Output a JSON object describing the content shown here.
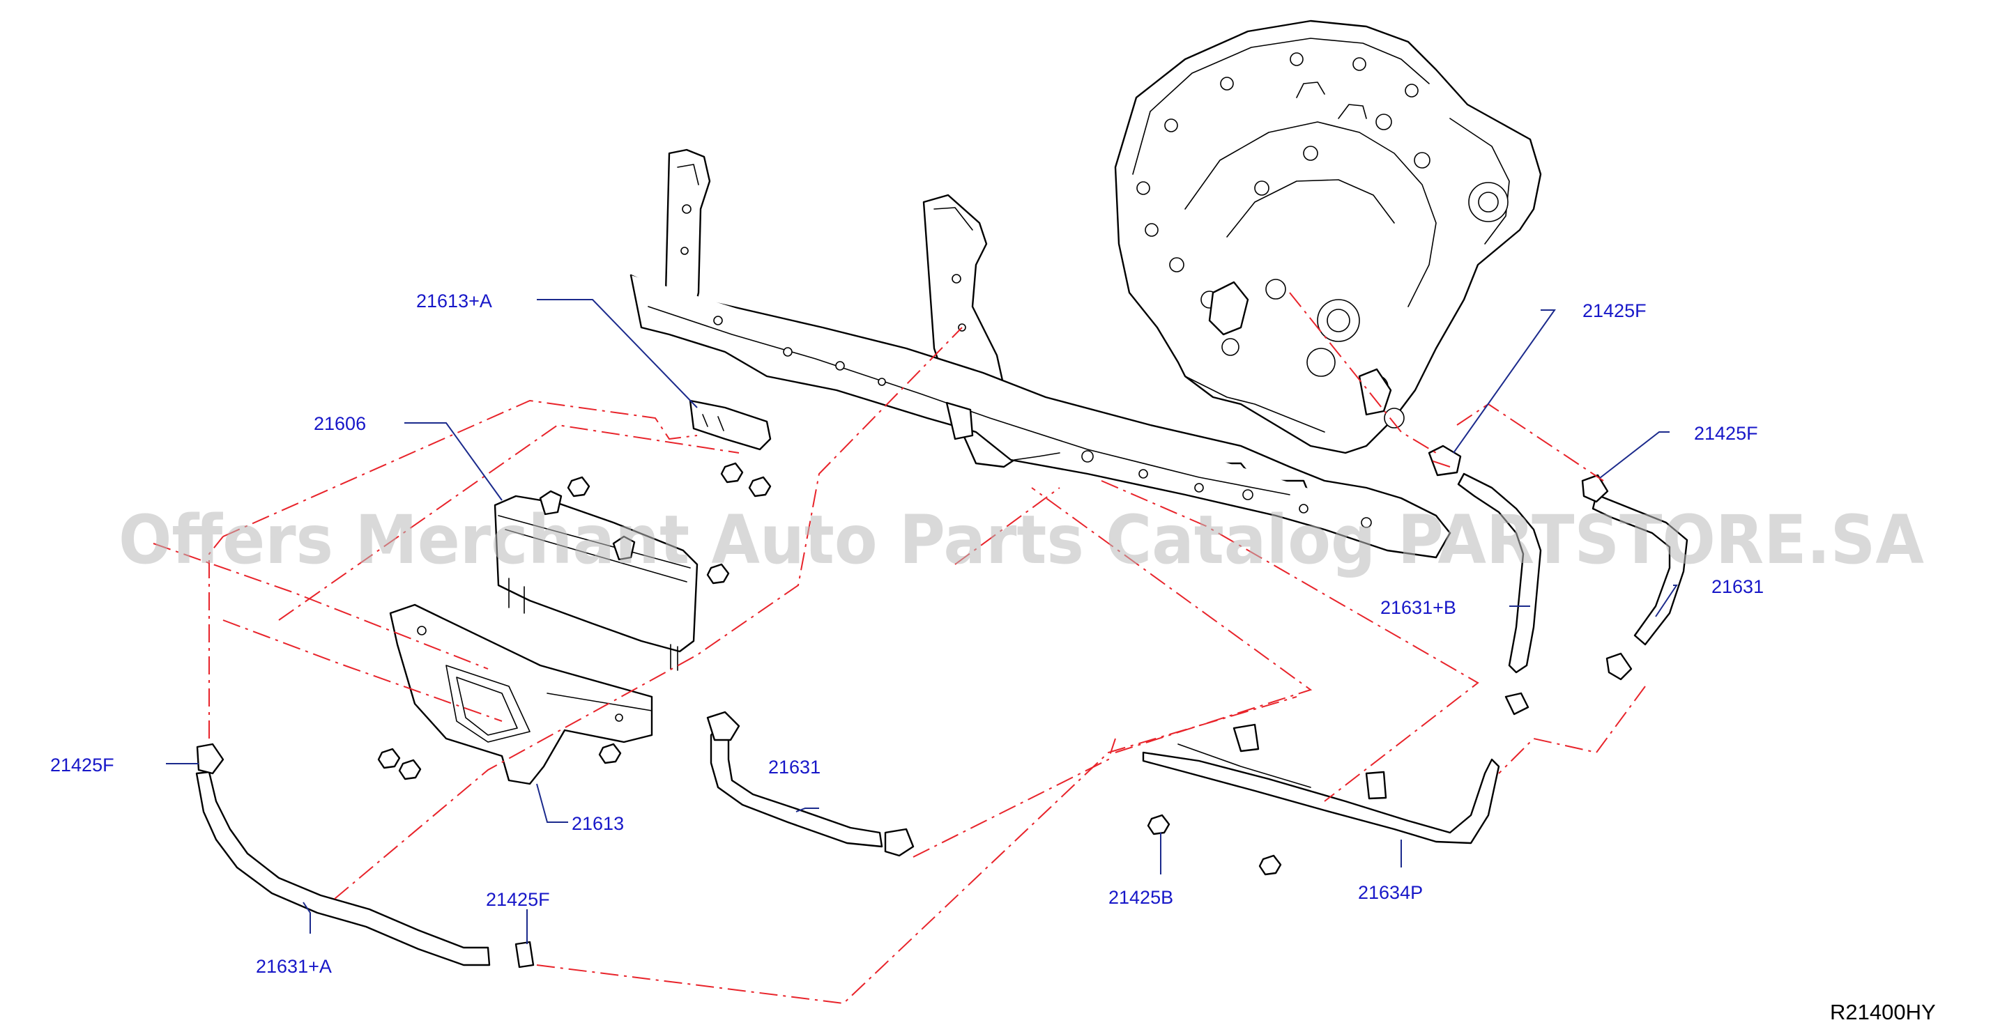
{
  "diagram": {
    "watermark": "Offers Merchant Auto Parts Catalog PARTSTORE.SA",
    "reference_code": "R21400HY",
    "callouts": [
      {
        "id": "c1",
        "label": "21613+A"
      },
      {
        "id": "c2",
        "label": "21606"
      },
      {
        "id": "c3",
        "label": "21425F"
      },
      {
        "id": "c4",
        "label": "21425F"
      },
      {
        "id": "c5",
        "label": "21631+B"
      },
      {
        "id": "c6",
        "label": "21631"
      },
      {
        "id": "c7",
        "label": "21425F"
      },
      {
        "id": "c8",
        "label": "21631"
      },
      {
        "id": "c9",
        "label": "21613"
      },
      {
        "id": "c10",
        "label": "21425F"
      },
      {
        "id": "c11",
        "label": "21631+A"
      },
      {
        "id": "c12",
        "label": "21425B"
      },
      {
        "id": "c13",
        "label": "21634P"
      }
    ]
  }
}
